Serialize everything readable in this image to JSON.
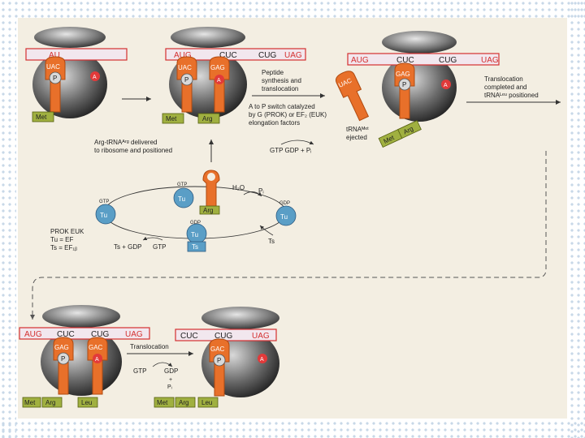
{
  "diagram": {
    "codons": {
      "aug": "AUG",
      "cuc": "CUC",
      "cug": "CUG",
      "uag": "UAG",
      "au_partial": "AU",
      "uac": "UAC",
      "gag": "GAG",
      "gac": "GAC"
    },
    "sites": {
      "p": "P",
      "a": "A"
    },
    "amino_acids": {
      "met": "Met",
      "arg": "Arg",
      "leu": "Leu"
    },
    "factors": {
      "tu": "Tu",
      "ts": "Ts"
    },
    "labels": {
      "peptide_synthesis": [
        "Peptide",
        "synthesis and",
        "translocation"
      ],
      "a_to_p_switch": [
        "A to P switch catalyzed",
        "by G (PROK) or EF₂ (EUK)",
        "elongation factors"
      ],
      "trna_met_ejected": [
        "tRNAᴹᵉᵗ",
        "ejected"
      ],
      "gtp_gdp_pi": "GTP  GDP + Pᵢ",
      "translocation_completed": [
        "Translocation",
        "completed and",
        "tRNAᴸᵉᵘ positioned"
      ],
      "arg_trna_delivered": [
        "Arg-tRNAᴬʳᵍ delivered",
        "to ribosome and positioned"
      ],
      "gtp": "GTP",
      "gdp": "GDP",
      "h2o": "H₂O",
      "pi": "Pᵢ",
      "prok_euk": "PROK  EUK",
      "tu_ef": "Tu  =  EF",
      "ts_ef": "Ts  =  EF₁ᵦ",
      "ts_gdp": "Ts + GDP",
      "translocation": "Translocation",
      "pi_plus": "+",
      "pi_sub": "Pᵢ"
    }
  }
}
